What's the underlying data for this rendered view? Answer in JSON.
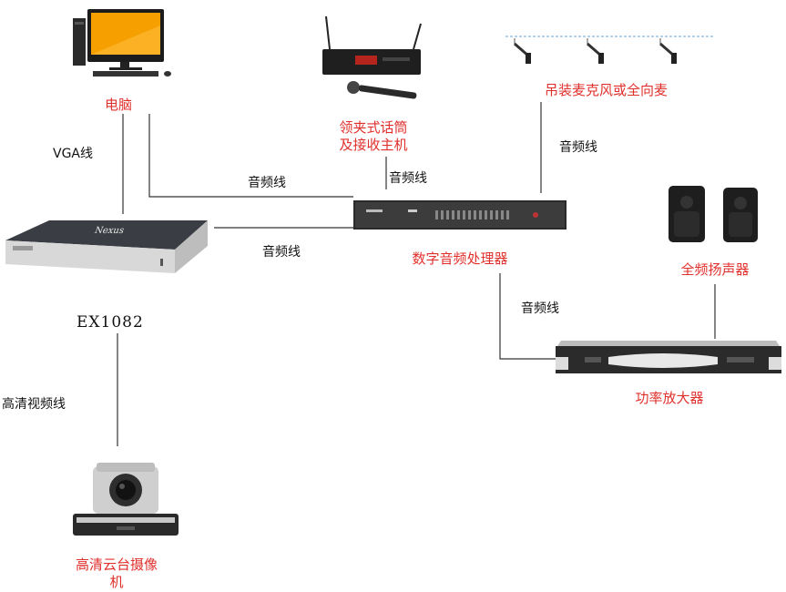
{
  "labels": {
    "computer": "电脑",
    "mic_receiver_line1": "领夹式话筒",
    "mic_receiver_line2": "及接收主机",
    "ceiling_mic": "吊装麦克风或全向麦",
    "dsp": "数字音频处理器",
    "speakers": "全频扬声器",
    "amplifier": "功率放大器",
    "codec": "EX1082",
    "camera_line1": "高清云台摄像",
    "camera_line2": "机"
  },
  "cables": {
    "vga": "VGA线",
    "audio_pc": "音频线",
    "audio_mic": "音频线",
    "audio_ceiling": "音频线",
    "audio_codec": "音频线",
    "audio_amp": "音频线",
    "hd_video": "高清视频线"
  },
  "device_text": {
    "codec_brand": "Nexus"
  },
  "colors": {
    "label_red": "#e0302c",
    "line": "#333333",
    "monitor_screen": "#f5a000"
  }
}
